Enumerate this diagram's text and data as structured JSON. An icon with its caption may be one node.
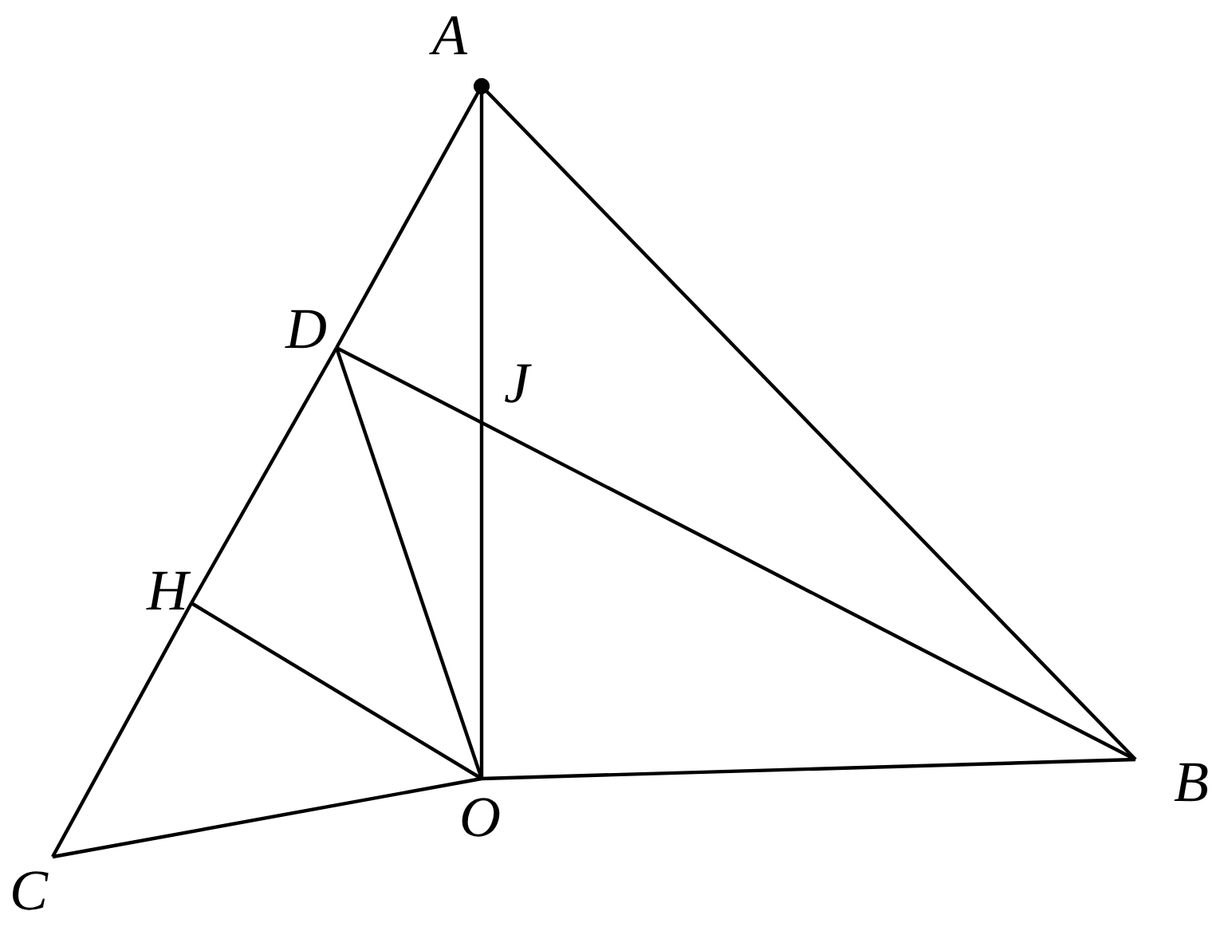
{
  "diagram": {
    "nodes": [
      {
        "text": [
          "A"
        ]
      },
      {
        "text": [
          "B"
        ]
      },
      {
        "text": [
          "C"
        ]
      },
      {
        "text": [
          "D"
        ]
      },
      {
        "text": [
          "H"
        ]
      },
      {
        "text": [
          "O"
        ]
      }
    ],
    "edges": [
      {
        "from": 0,
        "to": 1,
        "arrow": "other"
      },
      {
        "from": 0,
        "to": 3,
        "arrow": "other"
      },
      {
        "from": 3,
        "to": 4,
        "arrow": "none"
      },
      {
        "from": 4,
        "to": 2,
        "arrow": "none"
      },
      {
        "from": 0,
        "to": 5,
        "arrow": "other"
      },
      {
        "from": 5,
        "to": 1,
        "arrow": "none"
      },
      {
        "from": 5,
        "to": 2,
        "arrow": "none"
      },
      {
        "from": 3,
        "to": 1,
        "arrow": "none"
      },
      {
        "from": 3,
        "to": 5,
        "arrow": "none"
      },
      {
        "from": 4,
        "to": 5,
        "arrow": "none"
      }
    ],
    "labels": [
      "J"
    ]
  }
}
